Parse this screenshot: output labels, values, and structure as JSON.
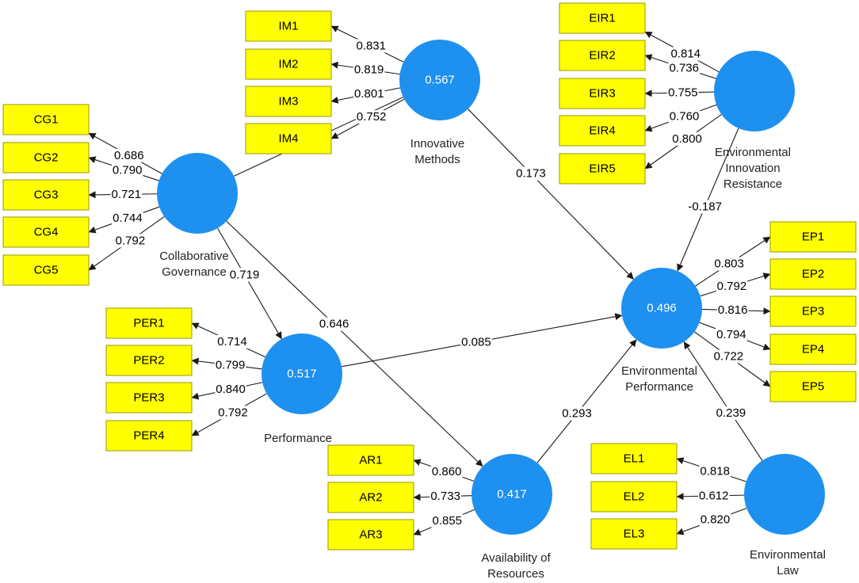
{
  "diagram": {
    "latents": [
      {
        "id": "CG",
        "lines": [
          "Collaborative",
          "Governance"
        ],
        "value": ""
      },
      {
        "id": "IM",
        "lines": [
          "Innovative",
          "Methods"
        ],
        "value": "0.567"
      },
      {
        "id": "EIR",
        "lines": [
          "Environmental",
          "Innovation",
          "Resistance"
        ],
        "value": ""
      },
      {
        "id": "PER",
        "lines": [
          "Performance"
        ],
        "value": "0.517"
      },
      {
        "id": "EP",
        "lines": [
          "Environmental",
          "Performance"
        ],
        "value": "0.496"
      },
      {
        "id": "AR",
        "lines": [
          "Availability of",
          "Resources"
        ],
        "value": "0.417"
      },
      {
        "id": "EL",
        "lines": [
          "Environmental",
          "Law"
        ],
        "value": ""
      }
    ],
    "indicators": [
      {
        "id": "CG1",
        "latent": "CG",
        "loading": "0.686"
      },
      {
        "id": "CG2",
        "latent": "CG",
        "loading": "0.790"
      },
      {
        "id": "CG3",
        "latent": "CG",
        "loading": "0.721"
      },
      {
        "id": "CG4",
        "latent": "CG",
        "loading": "0.744"
      },
      {
        "id": "CG5",
        "latent": "CG",
        "loading": "0.792"
      },
      {
        "id": "IM1",
        "latent": "IM",
        "loading": "0.831"
      },
      {
        "id": "IM2",
        "latent": "IM",
        "loading": "0.819"
      },
      {
        "id": "IM3",
        "latent": "IM",
        "loading": "0.801"
      },
      {
        "id": "IM4",
        "latent": "IM",
        "loading": "0.752"
      },
      {
        "id": "EIR1",
        "latent": "EIR",
        "loading": "0.814"
      },
      {
        "id": "EIR2",
        "latent": "EIR",
        "loading": "0.736"
      },
      {
        "id": "EIR3",
        "latent": "EIR",
        "loading": "0.755"
      },
      {
        "id": "EIR4",
        "latent": "EIR",
        "loading": "0.760"
      },
      {
        "id": "EIR5",
        "latent": "EIR",
        "loading": "0.800"
      },
      {
        "id": "PER1",
        "latent": "PER",
        "loading": "0.714"
      },
      {
        "id": "PER2",
        "latent": "PER",
        "loading": "0.799"
      },
      {
        "id": "PER3",
        "latent": "PER",
        "loading": "0.840"
      },
      {
        "id": "PER4",
        "latent": "PER",
        "loading": "0.792"
      },
      {
        "id": "EP1",
        "latent": "EP",
        "loading": "0.803"
      },
      {
        "id": "EP2",
        "latent": "EP",
        "loading": "0.792"
      },
      {
        "id": "EP3",
        "latent": "EP",
        "loading": "0.816"
      },
      {
        "id": "EP4",
        "latent": "EP",
        "loading": "0.794"
      },
      {
        "id": "EP5",
        "latent": "EP",
        "loading": "0.722"
      },
      {
        "id": "AR1",
        "latent": "AR",
        "loading": "0.860"
      },
      {
        "id": "AR2",
        "latent": "AR",
        "loading": "0.733"
      },
      {
        "id": "AR3",
        "latent": "AR",
        "loading": "0.855"
      },
      {
        "id": "EL1",
        "latent": "EL",
        "loading": "0.818"
      },
      {
        "id": "EL2",
        "latent": "EL",
        "loading": "0.612"
      },
      {
        "id": "EL3",
        "latent": "EL",
        "loading": "0.820"
      }
    ],
    "paths": [
      {
        "from": "CG",
        "to": "IM",
        "coef": ""
      },
      {
        "from": "CG",
        "to": "PER",
        "coef": "0.719"
      },
      {
        "from": "CG",
        "to": "AR",
        "coef": "0.646"
      },
      {
        "from": "IM",
        "to": "EP",
        "coef": "0.173"
      },
      {
        "from": "EIR",
        "to": "EP",
        "coef": "-0.187"
      },
      {
        "from": "PER",
        "to": "EP",
        "coef": "0.085"
      },
      {
        "from": "AR",
        "to": "EP",
        "coef": "0.293"
      },
      {
        "from": "EL",
        "to": "EP",
        "coef": "0.239"
      }
    ],
    "colors": {
      "latent": "#1e90f0",
      "indicator": "#ffff00",
      "edge": "#1a1a1a"
    }
  }
}
